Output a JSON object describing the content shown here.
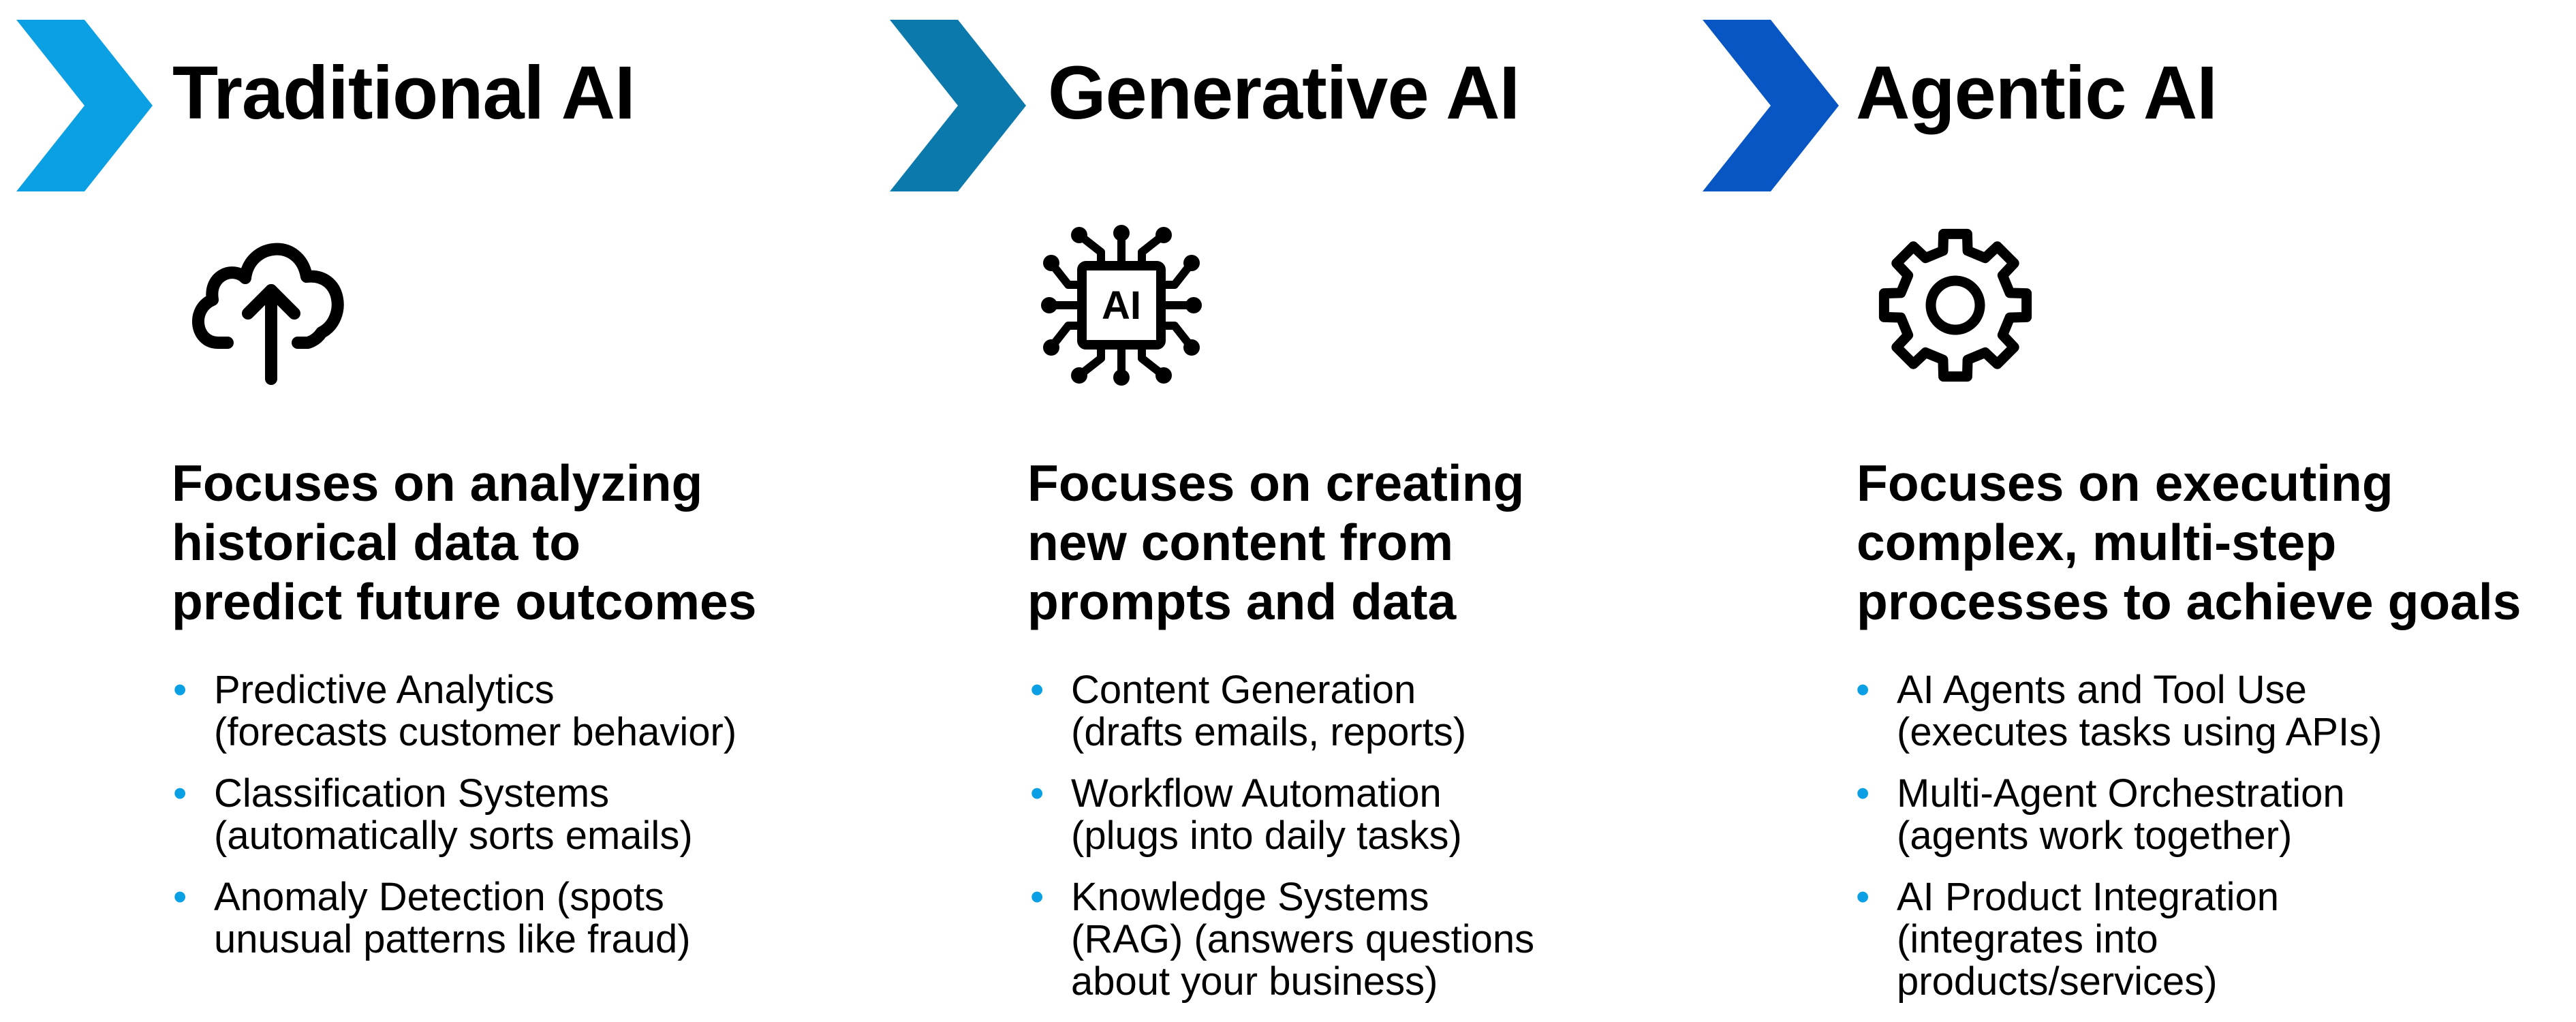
{
  "columns": [
    {
      "id": "traditional",
      "title": "Traditional AI",
      "accent": "#0aa0e3",
      "icon": "cloud-upload-icon",
      "focus": [
        "Focuses on analyzing",
        "historical data to",
        "predict future outcomes"
      ],
      "bullets": [
        [
          "Predictive Analytics",
          "(forecasts customer behavior)"
        ],
        [
          "Classification Systems",
          "(automatically sorts emails)"
        ],
        [
          "Anomaly Detection (spots",
          "unusual patterns like fraud)"
        ]
      ]
    },
    {
      "id": "generative",
      "title": "Generative AI",
      "accent": "#0b79ab",
      "icon": "ai-chip-icon",
      "chip_label": "AI",
      "focus": [
        "Focuses on creating",
        "new content from",
        "prompts and data"
      ],
      "bullets": [
        [
          "Content Generation",
          "(drafts emails, reports)"
        ],
        [
          "Workflow Automation",
          "(plugs into daily tasks)"
        ],
        [
          "Knowledge Systems",
          "(RAG) (answers questions",
          "about your business)"
        ]
      ]
    },
    {
      "id": "agentic",
      "title": "Agentic AI",
      "accent": "#0856c4",
      "icon": "gear-icon",
      "focus": [
        "Focuses on executing",
        "complex, multi-step",
        "processes to achieve goals"
      ],
      "bullets": [
        [
          "AI Agents and Tool Use",
          "(executes tasks using APIs)"
        ],
        [
          "Multi-Agent Orchestration",
          "(agents work together)"
        ],
        [
          "AI Product Integration",
          "(integrates into",
          "products/services)"
        ]
      ]
    }
  ],
  "bullet_color": "#0aa0e3"
}
